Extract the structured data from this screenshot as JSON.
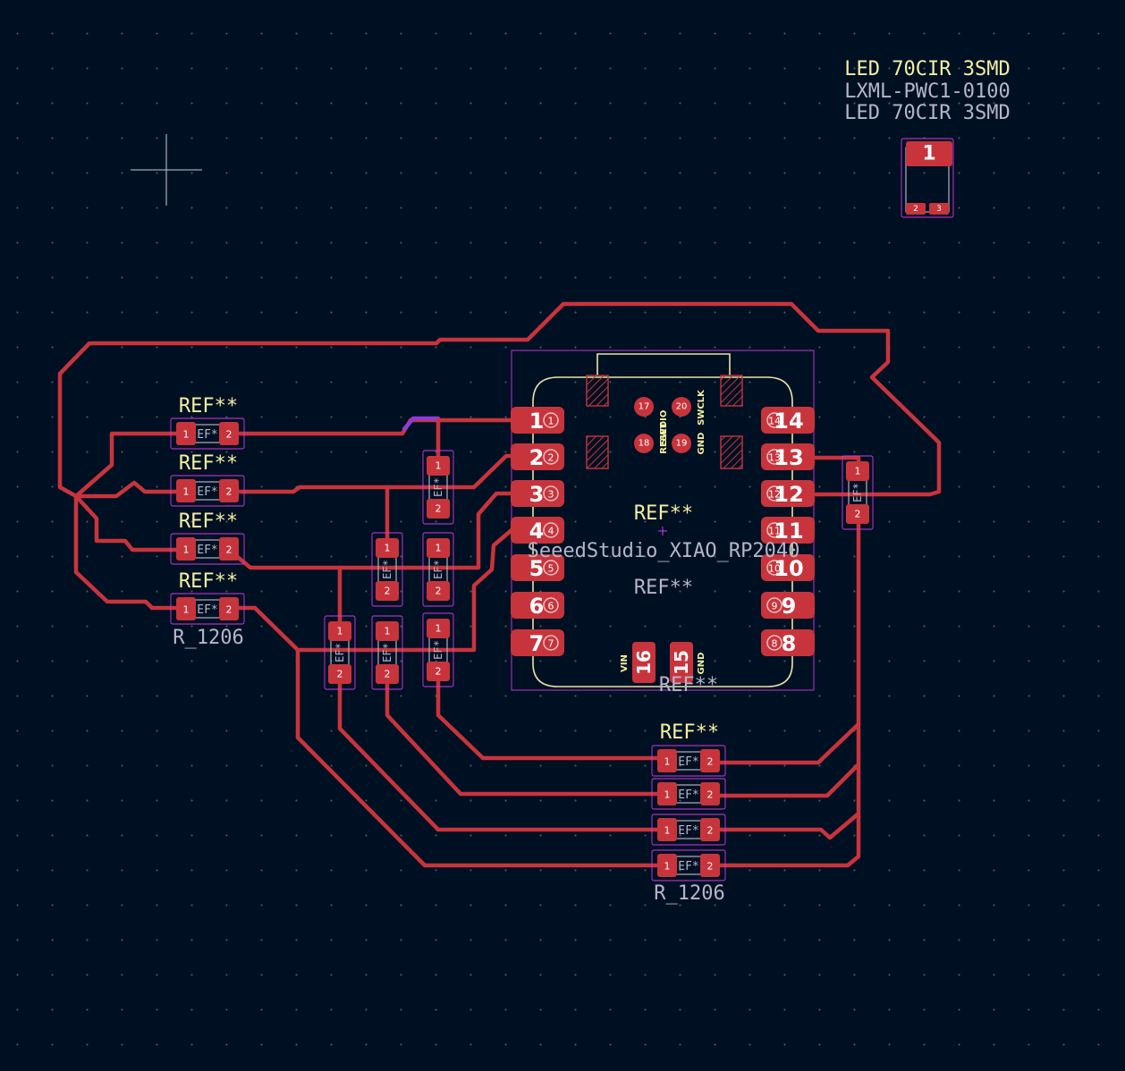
{
  "led_footprint": {
    "reference": "LED 70CIR 3SMD",
    "value": "LXML-PWC1-0100",
    "footprint": "LED 70CIR 3SMD",
    "pads": [
      "1",
      "2",
      "3"
    ]
  },
  "xiao": {
    "reference_top": "REF**",
    "value": "SeeedStudio_XIAO_RP2040",
    "reference_mid": "REF**",
    "reference_bottom": "REF**",
    "left_pins": [
      "1",
      "2",
      "3",
      "4",
      "5",
      "6",
      "7"
    ],
    "right_pins": [
      "14",
      "13",
      "12",
      "11",
      "10",
      "9",
      "8"
    ],
    "bottom_pins": [
      "16",
      "15"
    ],
    "bottom_pin_labels": [
      "VIN",
      "GND"
    ],
    "swd_pins": [
      "17",
      "20",
      "18",
      "19"
    ],
    "swd_labels": [
      "SWDIO",
      "SWCLK",
      "RESET",
      "GND"
    ]
  },
  "left_resistors": {
    "references": [
      "REF**",
      "REF**",
      "REF**",
      "REF**"
    ],
    "value": "R_1206",
    "pad_labels": [
      "1",
      "2"
    ],
    "overlay_text": "EF*"
  },
  "mid_resistors": {
    "pad_labels": [
      "1",
      "2"
    ],
    "overlay_text": "EF*"
  },
  "right_resistor": {
    "pad_labels": [
      "1",
      "2"
    ],
    "overlay_text": "EF*"
  },
  "bottom_resistors": {
    "reference": "REF**",
    "value": "R_1206",
    "pad_labels": [
      "1",
      "2"
    ],
    "overlay_text": "EF*"
  },
  "colors": {
    "background": "#001023",
    "copper": "#c8343c",
    "selected": "#8e3cd6",
    "silkscreen": "#f4f0a0",
    "fab": "#b5b6c9",
    "courtyard": "#d03ae0"
  }
}
